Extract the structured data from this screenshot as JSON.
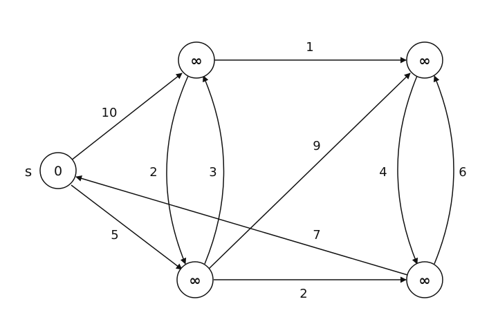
{
  "graph": {
    "source_label": "s",
    "nodes": {
      "s": "0",
      "a": "∞",
      "b": "∞",
      "c": "∞",
      "d": "∞"
    },
    "edges": {
      "s_a": "10",
      "s_b": "5",
      "a_c": "1",
      "a_b": "2",
      "b_a": "3",
      "b_c": "9",
      "b_d": "2",
      "c_d": "4",
      "d_c": "6",
      "d_s": "7"
    }
  }
}
